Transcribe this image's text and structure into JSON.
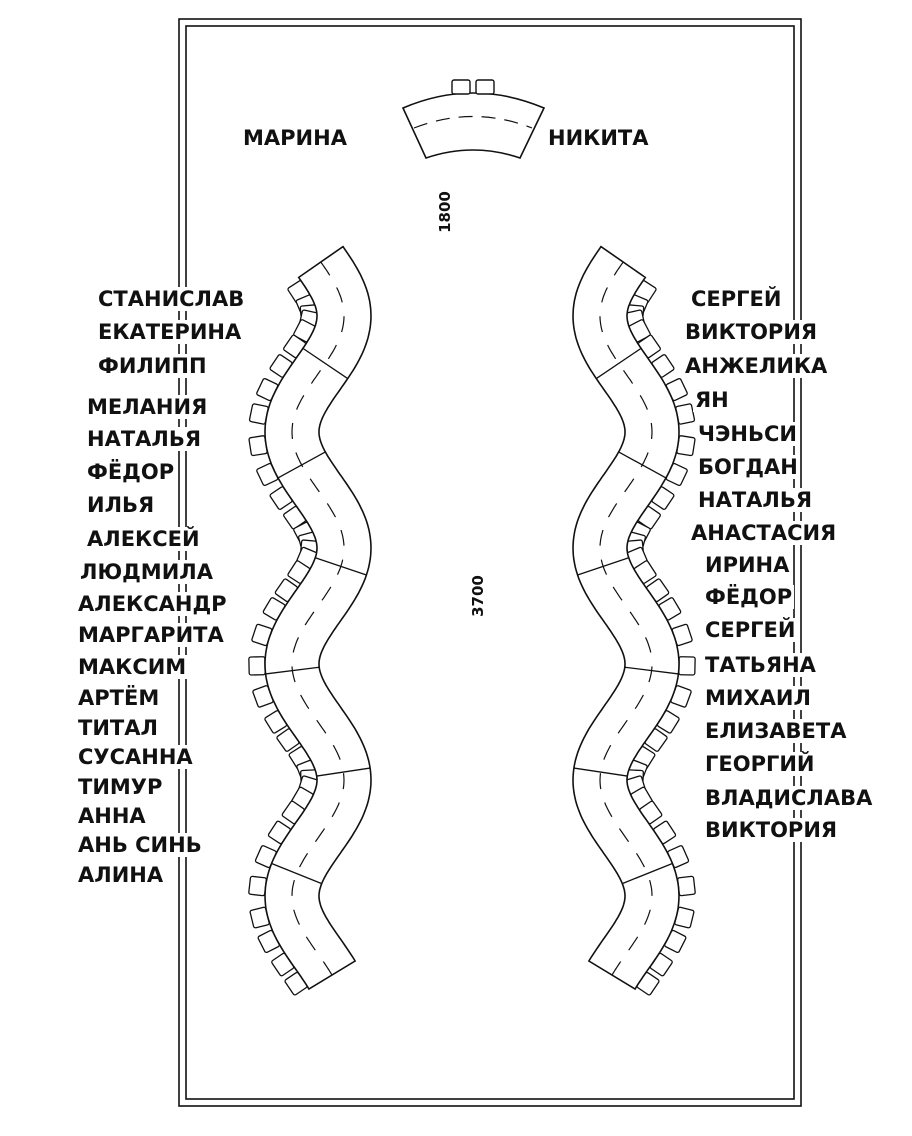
{
  "couple": {
    "bride": "МАРИНА",
    "groom": "НИКИТА"
  },
  "dimensions": {
    "gap": "1800",
    "length": "3700"
  },
  "left_table_guests": [
    "СТАНИСЛАВ",
    "ЕКАТЕРИНА",
    "ФИЛИПП",
    "МЕЛАНИЯ",
    "НАТАЛЬЯ",
    "ФЁДОР",
    "ИЛЬЯ",
    "АЛЕКСЕЙ",
    "ЛЮДМИЛА",
    "АЛЕКСАНДР",
    "МАРГАРИТА",
    "МАКСИМ",
    "АРТЁМ",
    "ТИТАЛ",
    "СУСАННА",
    "ТИМУР",
    "АННА",
    "АНЬ СИНЬ",
    "АЛИНА"
  ],
  "right_table_guests": [
    "СЕРГЕЙ",
    "ВИКТОРИЯ",
    "АНЖЕЛИКА",
    "ЯН",
    "ЧЭНЬСИ",
    "БОГДАН",
    "НАТАЛЬЯ",
    "АНАСТАСИЯ",
    "ИРИНА",
    "ФЁДОР",
    "СЕРГЕЙ",
    "ТАТЬЯНА",
    "МИХАИЛ",
    "ЕЛИЗАВЕТА",
    "ГЕОРГИЙ",
    "ВЛАДИСЛАВА",
    "ВИКТОРИЯ"
  ],
  "colors": {
    "ink": "#111111",
    "paper": "#ffffff"
  }
}
